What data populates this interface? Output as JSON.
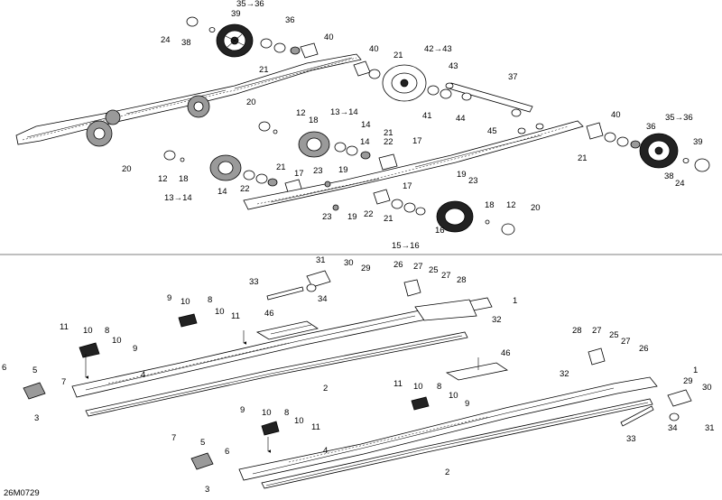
{
  "figure_code": "26M0729",
  "upper_labels": [
    {
      "id": "u39a",
      "text": "39"
    },
    {
      "id": "u3536a",
      "text": "35→36"
    },
    {
      "id": "u36a",
      "text": "36"
    },
    {
      "id": "u24a",
      "text": "24"
    },
    {
      "id": "u38a",
      "text": "38"
    },
    {
      "id": "u40a",
      "text": "40"
    },
    {
      "id": "u21a",
      "text": "21"
    },
    {
      "id": "u40b",
      "text": "40"
    },
    {
      "id": "u21b",
      "text": "21"
    },
    {
      "id": "u4243",
      "text": "42→43"
    },
    {
      "id": "u43",
      "text": "43"
    },
    {
      "id": "u37",
      "text": "37"
    },
    {
      "id": "u20a",
      "text": "20"
    },
    {
      "id": "u12a",
      "text": "12"
    },
    {
      "id": "u18a",
      "text": "18"
    },
    {
      "id": "u1314a",
      "text": "13→14"
    },
    {
      "id": "u14a",
      "text": "14"
    },
    {
      "id": "u41",
      "text": "41"
    },
    {
      "id": "u44",
      "text": "44"
    },
    {
      "id": "u45",
      "text": "45"
    },
    {
      "id": "u40c",
      "text": "40"
    },
    {
      "id": "u36b",
      "text": "36"
    },
    {
      "id": "u3536b",
      "text": "35→36"
    },
    {
      "id": "u21c",
      "text": "21"
    },
    {
      "id": "u22a",
      "text": "22"
    },
    {
      "id": "u17a",
      "text": "17"
    },
    {
      "id": "u14b",
      "text": "14"
    },
    {
      "id": "u21d",
      "text": "21"
    },
    {
      "id": "u39b",
      "text": "39"
    },
    {
      "id": "u20b",
      "text": "20"
    },
    {
      "id": "u12b",
      "text": "12"
    },
    {
      "id": "u18b",
      "text": "18"
    },
    {
      "id": "u1314b",
      "text": "13→14"
    },
    {
      "id": "u14c",
      "text": "14"
    },
    {
      "id": "u22b",
      "text": "22"
    },
    {
      "id": "u21e",
      "text": "21"
    },
    {
      "id": "u17b",
      "text": "17"
    },
    {
      "id": "u23a",
      "text": "23"
    },
    {
      "id": "u19a",
      "text": "19"
    },
    {
      "id": "u19b",
      "text": "19"
    },
    {
      "id": "u23b",
      "text": "23"
    },
    {
      "id": "u17c",
      "text": "17"
    },
    {
      "id": "u38b",
      "text": "38"
    },
    {
      "id": "u24b",
      "text": "24"
    },
    {
      "id": "u23c",
      "text": "23"
    },
    {
      "id": "u19c",
      "text": "19"
    },
    {
      "id": "u22c",
      "text": "22"
    },
    {
      "id": "u21f",
      "text": "21"
    },
    {
      "id": "u16",
      "text": "16"
    },
    {
      "id": "u18c",
      "text": "18"
    },
    {
      "id": "u12c",
      "text": "12"
    },
    {
      "id": "u20c",
      "text": "20"
    },
    {
      "id": "u1516",
      "text": "15→16"
    }
  ],
  "lower_labels": [
    {
      "id": "l31a",
      "text": "31"
    },
    {
      "id": "l30a",
      "text": "30"
    },
    {
      "id": "l29a",
      "text": "29"
    },
    {
      "id": "l26a",
      "text": "26"
    },
    {
      "id": "l27a",
      "text": "27"
    },
    {
      "id": "l25a",
      "text": "25"
    },
    {
      "id": "l27b",
      "text": "27"
    },
    {
      "id": "l28a",
      "text": "28"
    },
    {
      "id": "l33a",
      "text": "33"
    },
    {
      "id": "l34a",
      "text": "34"
    },
    {
      "id": "l1a",
      "text": "1"
    },
    {
      "id": "l9a",
      "text": "9"
    },
    {
      "id": "l10a",
      "text": "10"
    },
    {
      "id": "l8a",
      "text": "8"
    },
    {
      "id": "l10b",
      "text": "10"
    },
    {
      "id": "l11a",
      "text": "11"
    },
    {
      "id": "l46a",
      "text": "46"
    },
    {
      "id": "l32a",
      "text": "32"
    },
    {
      "id": "l11b",
      "text": "11"
    },
    {
      "id": "l10c",
      "text": "10"
    },
    {
      "id": "l8b",
      "text": "8"
    },
    {
      "id": "l10d",
      "text": "10"
    },
    {
      "id": "l9b",
      "text": "9"
    },
    {
      "id": "l6a",
      "text": "6"
    },
    {
      "id": "l5a",
      "text": "5"
    },
    {
      "id": "l4a",
      "text": "4"
    },
    {
      "id": "l7a",
      "text": "7"
    },
    {
      "id": "l2a",
      "text": "2"
    },
    {
      "id": "l3a",
      "text": "3"
    },
    {
      "id": "l28b",
      "text": "28"
    },
    {
      "id": "l27c",
      "text": "27"
    },
    {
      "id": "l25b",
      "text": "25"
    },
    {
      "id": "l27d",
      "text": "27"
    },
    {
      "id": "l26b",
      "text": "26"
    },
    {
      "id": "l32b",
      "text": "32"
    },
    {
      "id": "l1b",
      "text": "1"
    },
    {
      "id": "l46b",
      "text": "46"
    },
    {
      "id": "l11c",
      "text": "11"
    },
    {
      "id": "l10e",
      "text": "10"
    },
    {
      "id": "l8c",
      "text": "8"
    },
    {
      "id": "l10f",
      "text": "10"
    },
    {
      "id": "l9c",
      "text": "9"
    },
    {
      "id": "l29b",
      "text": "29"
    },
    {
      "id": "l30b",
      "text": "30"
    },
    {
      "id": "l9d",
      "text": "9"
    },
    {
      "id": "l10g",
      "text": "10"
    },
    {
      "id": "l8d",
      "text": "8"
    },
    {
      "id": "l10h",
      "text": "10"
    },
    {
      "id": "l11d",
      "text": "11"
    },
    {
      "id": "l34b",
      "text": "34"
    },
    {
      "id": "l31b",
      "text": "31"
    },
    {
      "id": "l33b",
      "text": "33"
    },
    {
      "id": "l7b",
      "text": "7"
    },
    {
      "id": "l5b",
      "text": "5"
    },
    {
      "id": "l6b",
      "text": "6"
    },
    {
      "id": "l4b",
      "text": "4"
    },
    {
      "id": "l2b",
      "text": "2"
    },
    {
      "id": "l3b",
      "text": "3"
    }
  ]
}
